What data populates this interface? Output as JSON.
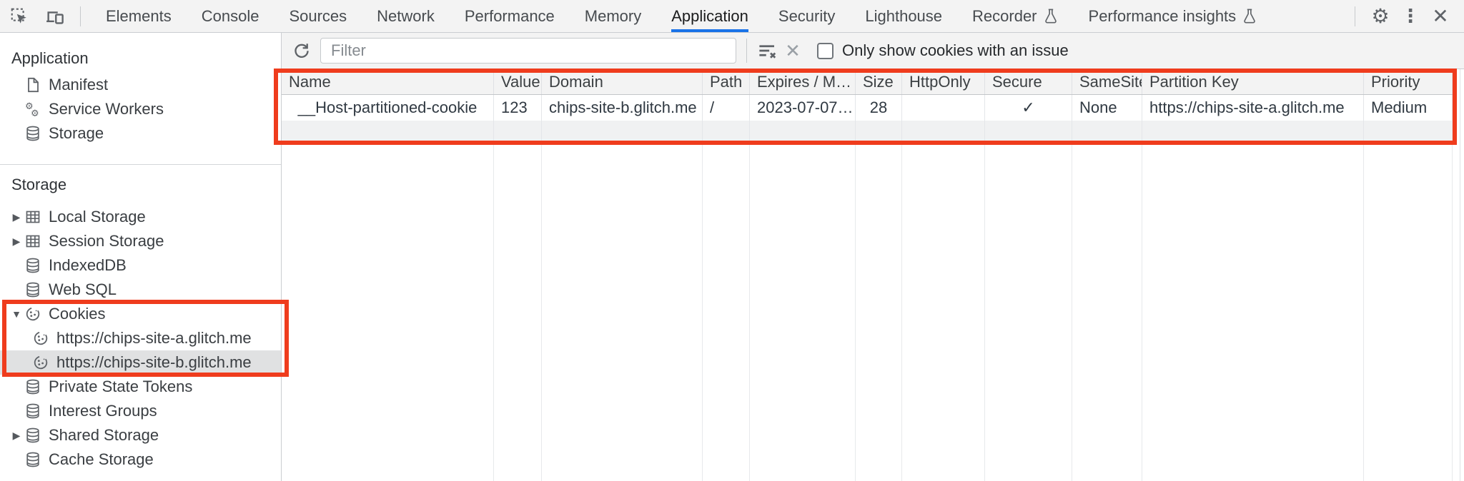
{
  "tabbar": {
    "active_tab": "Application",
    "tabs": [
      {
        "label": "Elements"
      },
      {
        "label": "Console"
      },
      {
        "label": "Sources"
      },
      {
        "label": "Network"
      },
      {
        "label": "Performance"
      },
      {
        "label": "Memory"
      },
      {
        "label": "Application"
      },
      {
        "label": "Security"
      },
      {
        "label": "Lighthouse"
      },
      {
        "label": "Recorder",
        "flask": true
      },
      {
        "label": "Performance insights",
        "flask": true
      }
    ],
    "settings_glyph": "⚙",
    "more_glyph": "⋮",
    "close_glyph": "✕"
  },
  "toolbar": {
    "filter_placeholder": "Filter",
    "checkbox_label": "Only show cookies with an issue",
    "checkbox_checked": false
  },
  "sidebar": {
    "sections": [
      {
        "title": "Application",
        "items": [
          {
            "label": "Manifest",
            "icon": "file-icon",
            "depth": 1
          },
          {
            "label": "Service Workers",
            "icon": "gears-icon",
            "depth": 1
          },
          {
            "label": "Storage",
            "icon": "database-icon",
            "depth": 1
          }
        ]
      },
      {
        "title": "Storage",
        "items": [
          {
            "label": "Local Storage",
            "icon": "table-icon",
            "depth": 1,
            "arrow": "collapsed"
          },
          {
            "label": "Session Storage",
            "icon": "table-icon",
            "depth": 1,
            "arrow": "collapsed"
          },
          {
            "label": "IndexedDB",
            "icon": "database-icon",
            "depth": 1
          },
          {
            "label": "Web SQL",
            "icon": "database-icon",
            "depth": 1
          },
          {
            "label": "Cookies",
            "icon": "cookie-icon",
            "depth": 1,
            "arrow": "expanded"
          },
          {
            "label": "https://chips-site-a.glitch.me",
            "icon": "cookie-icon",
            "depth": 2
          },
          {
            "label": "https://chips-site-b.glitch.me",
            "icon": "cookie-icon",
            "depth": 2,
            "selected": true
          },
          {
            "label": "Private State Tokens",
            "icon": "database-icon",
            "depth": 1
          },
          {
            "label": "Interest Groups",
            "icon": "database-icon",
            "depth": 1
          },
          {
            "label": "Shared Storage",
            "icon": "database-icon",
            "depth": 1,
            "arrow": "collapsed"
          },
          {
            "label": "Cache Storage",
            "icon": "database-icon",
            "depth": 1
          }
        ]
      }
    ],
    "arrow_glyphs": {
      "collapsed": "▶",
      "expanded": "▼"
    }
  },
  "cookie_table": {
    "columns": [
      "Name",
      "Value",
      "Domain",
      "Path",
      "Expires / M…",
      "Size",
      "HttpOnly",
      "Secure",
      "SameSite",
      "Partition Key",
      "Priority"
    ],
    "rows": [
      {
        "cells": [
          "__Host-partitioned-cookie",
          "123",
          "chips-site-b.glitch.me",
          "/",
          "2023-07-07…",
          "28",
          "",
          "✓",
          "None",
          "https://chips-site-a.glitch.me",
          "Medium"
        ]
      }
    ]
  },
  "annotations": {
    "highlight_color": "#ef3c1d",
    "highlighted_regions": [
      "cookies-tree-group",
      "cookie-table-header-and-row"
    ]
  },
  "colors": {
    "accent": "#1a73e8",
    "chrome_bg": "#f3f3f3",
    "selected_row_bg": "#e0e1e2",
    "stripe_bg": "#f0f1f2",
    "icon": "#5f6368"
  }
}
